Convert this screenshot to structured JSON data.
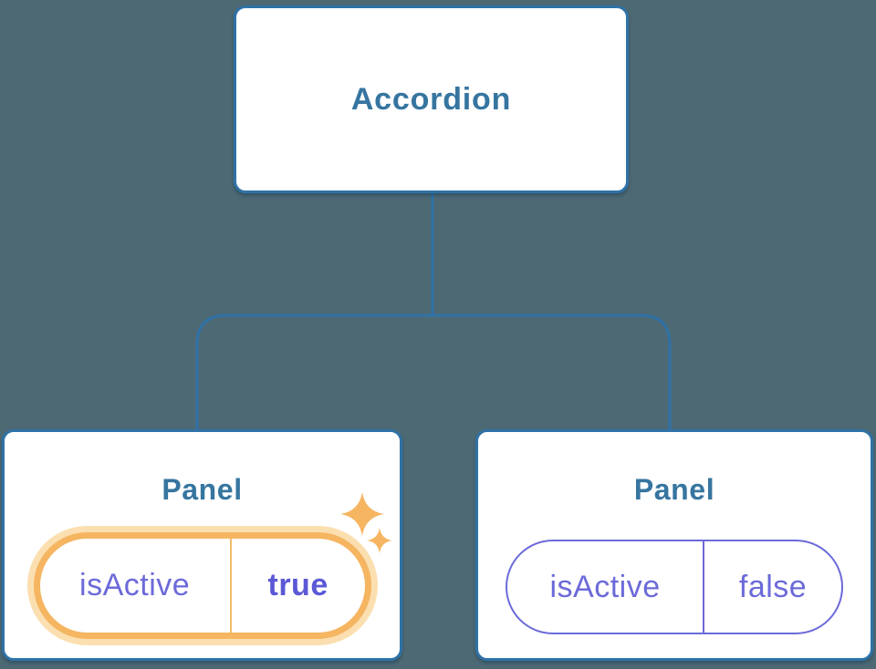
{
  "colors": {
    "background": "#4D6974",
    "line_blue": "#2F72A7",
    "text_blue": "#3675A0",
    "purple": "#6C6AD9",
    "purple_bold": "#5B58D6",
    "orange": "#F5B561",
    "orange_halo": "#FBDFB0",
    "orange_divider": "#F2BC6B",
    "card_bg": "#FFFFFF"
  },
  "root_node": {
    "label": "Accordion"
  },
  "panel_nodes": [
    {
      "title": "Panel",
      "prop_name": "isActive",
      "prop_value": "true",
      "highlighted": true,
      "icon": "sparkles-icon"
    },
    {
      "title": "Panel",
      "prop_name": "isActive",
      "prop_value": "false",
      "highlighted": false
    }
  ]
}
